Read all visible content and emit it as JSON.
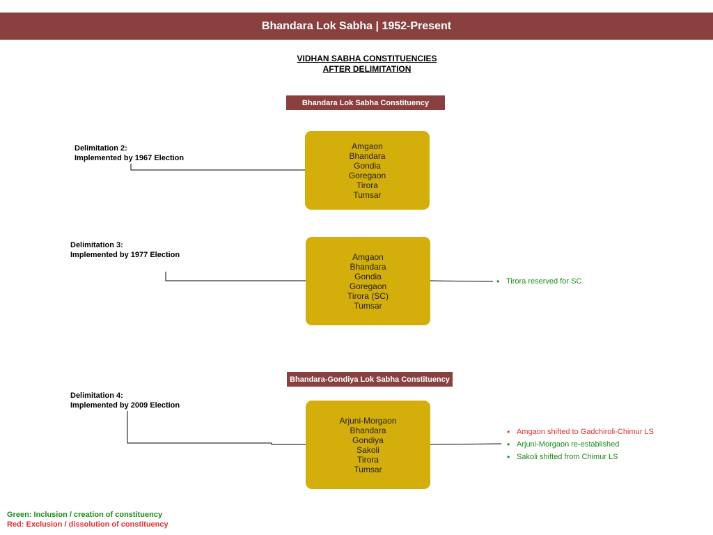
{
  "title": "Bhandara Lok Sabha | 1952-Present",
  "subtitle_line1": "VIDHAN SABHA CONSTITUENCIES",
  "subtitle_line2": "AFTER DELIMITATION",
  "banner1": "Bhandara Lok Sabha Constituency",
  "banner2": "Bhandara-Gondiya Lok Sabha Constituency",
  "delimitations": [
    {
      "label_line1": "Delimitation 2:",
      "label_line2": "Implemented by 1967 Election",
      "constituencies": [
        "Amgaon",
        "Bhandara",
        "Gondia",
        "Goregaon",
        "Tirora",
        "Tumsar"
      ],
      "changes": []
    },
    {
      "label_line1": "Delimitation 3:",
      "label_line2": "Implemented by 1977 Election",
      "constituencies": [
        "Amgaon",
        "Bhandara",
        "Gondia",
        "Goregaon",
        "Tirora (SC)",
        "Tumsar"
      ],
      "changes": [
        {
          "text": "Tirora reserved for SC",
          "type": "inclusion"
        }
      ]
    },
    {
      "label_line1": "Delimitation 4:",
      "label_line2": "Implemented by 2009 Election",
      "constituencies": [
        "Arjuni-Morgaon",
        "Bhandara",
        "Gondiya",
        "Sakoli",
        "Tirora",
        "Tumsar"
      ],
      "changes": [
        {
          "text": "Amgaon shifted to Gadchiroli-Chimur LS",
          "type": "exclusion"
        },
        {
          "text": "Arjuni-Morgaon re-established",
          "type": "inclusion"
        },
        {
          "text": "Sakoli shifted from Chimur LS",
          "type": "inclusion"
        }
      ]
    }
  ],
  "legend": {
    "green": "Green: Inclusion / creation of constituency",
    "red": "Red: Exclusion / dissolution of constituency"
  },
  "colors": {
    "header_bg": "#8b4040",
    "box_bg": "#d4ae0b",
    "inclusion": "#1a8a1a",
    "exclusion": "#e03030"
  }
}
